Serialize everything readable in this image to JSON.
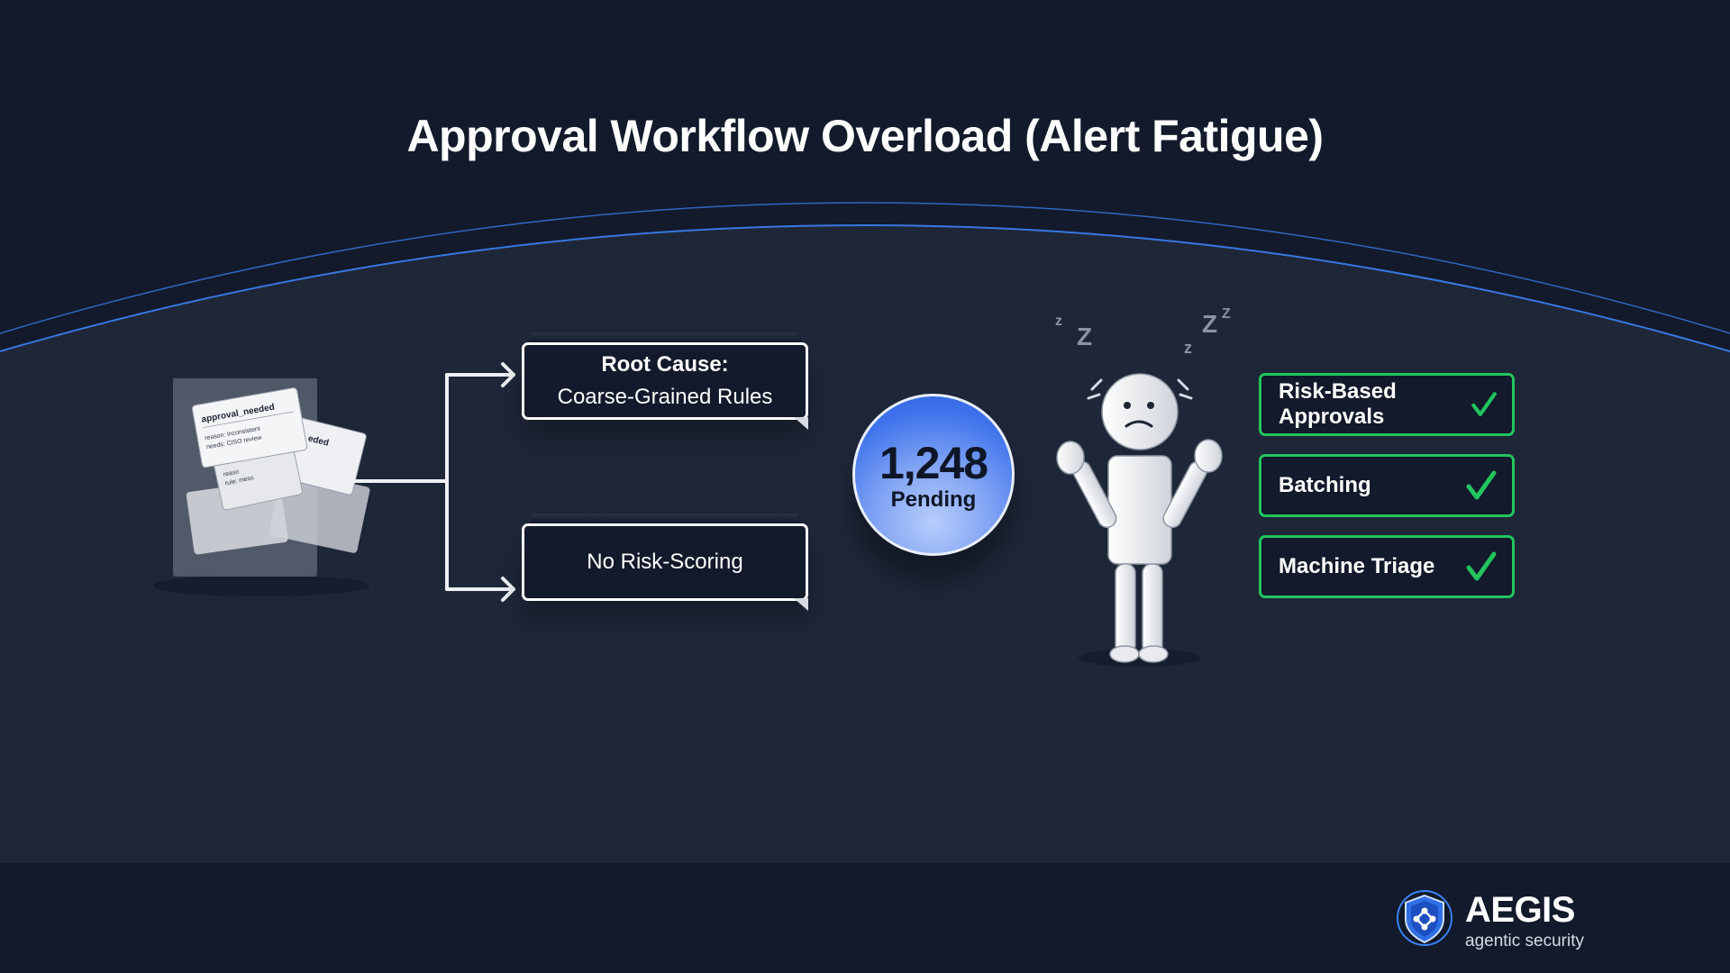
{
  "title": "Approval Workflow Overload (Alert Fatigue)",
  "tickets": {
    "front_title": "approval_needed",
    "front_line1": "reason: inconsistent",
    "front_line2": "needs: CISO review",
    "back_title": "eded",
    "mid_line1": "reaso",
    "mid_line2": "rule: mess"
  },
  "causes": {
    "root_title": "Root Cause:",
    "root_detail": "Coarse-Grained Rules",
    "second": "No Risk-Scoring"
  },
  "pending": {
    "count": "1,248",
    "label": "Pending"
  },
  "sleep_letters": [
    "z",
    "Z",
    "Z",
    "z",
    "Z"
  ],
  "solutions": [
    {
      "label": "Risk-Based Approvals"
    },
    {
      "label": "Batching"
    },
    {
      "label": "Machine Triage"
    }
  ],
  "brand": {
    "name": "AEGIS",
    "tagline": "agentic security"
  },
  "colors": {
    "background": "#121a2b",
    "stage": "#1e2738",
    "accent_blue": "#3b82f6",
    "success_green": "#22c55e"
  }
}
